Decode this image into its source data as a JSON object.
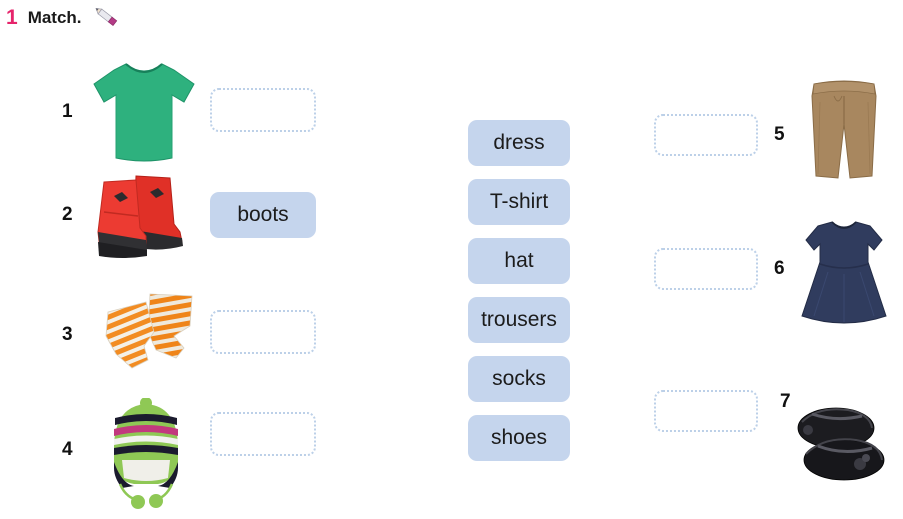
{
  "header": {
    "task_number": "1",
    "title": "Match.",
    "pencil_icon": "pencil-icon"
  },
  "colors": {
    "task_number": "#e6246b",
    "chip_blue": "#c5d5ed",
    "dotted_border": "#bcd0e8",
    "tshirt_green": "#2eb17e",
    "boots_red": "#e8382f",
    "socks_orange": "#f08a2a",
    "trousers_brown": "#a8875f",
    "dress_navy": "#303c5e",
    "shoes_black": "#1c1c20"
  },
  "word_bank": {
    "name": "word-bank",
    "options": [
      "dress",
      "T-shirt",
      "hat",
      "trousers",
      "socks",
      "shoes"
    ]
  },
  "left_items": [
    {
      "number": "1",
      "picture": "green-t-shirt",
      "answer": "",
      "filled": false
    },
    {
      "number": "2",
      "picture": "red-boots",
      "answer": "boots",
      "filled": true
    },
    {
      "number": "3",
      "picture": "orange-striped-socks",
      "answer": "",
      "filled": false
    },
    {
      "number": "4",
      "picture": "knitted-hat",
      "answer": "",
      "filled": false
    }
  ],
  "right_items": [
    {
      "number": "5",
      "picture": "brown-trousers",
      "answer": "",
      "filled": false
    },
    {
      "number": "6",
      "picture": "navy-dress",
      "answer": "",
      "filled": false
    },
    {
      "number": "7",
      "picture": "black-shoes",
      "answer": "",
      "filled": false
    }
  ]
}
